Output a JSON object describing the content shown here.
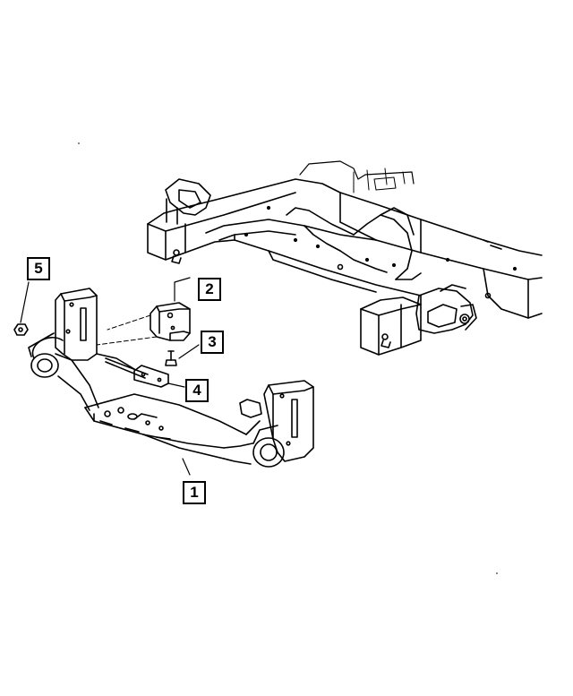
{
  "callouts": {
    "part1": "1",
    "part2": "2",
    "part3": "3",
    "part4": "4",
    "part5": "5"
  },
  "colors": {
    "line": "#000000",
    "background": "#ffffff"
  }
}
